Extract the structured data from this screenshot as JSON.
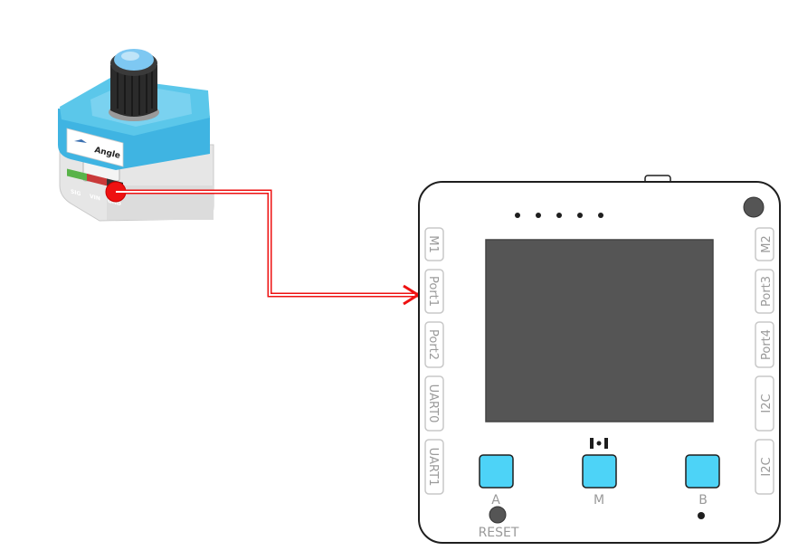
{
  "module": {
    "name_label": "Angle",
    "pins": [
      "SIG",
      "VIN",
      "GND"
    ],
    "colors": {
      "body": "#5bc7ea",
      "knob": "#2b2b2b",
      "knob_cap": "#7ec8f2",
      "wire_dot": "#ee1111"
    }
  },
  "connection": {
    "color": "#ee1111",
    "from": "module-pin",
    "to": "Port1"
  },
  "controller": {
    "left_ports": [
      "M1",
      "Port1",
      "Port2",
      "UART0",
      "UART1"
    ],
    "right_ports": [
      "M2",
      "Port3",
      "Port4",
      "I2C",
      "I2C"
    ],
    "buttons": [
      {
        "label": "A"
      },
      {
        "label": "M"
      },
      {
        "label": "B"
      }
    ],
    "reset_label": "RESET",
    "colors": {
      "screen": "#555555",
      "button": "#4dd3f7",
      "outline": "#1e1e1e",
      "port_outline": "#c8c8c8"
    }
  }
}
